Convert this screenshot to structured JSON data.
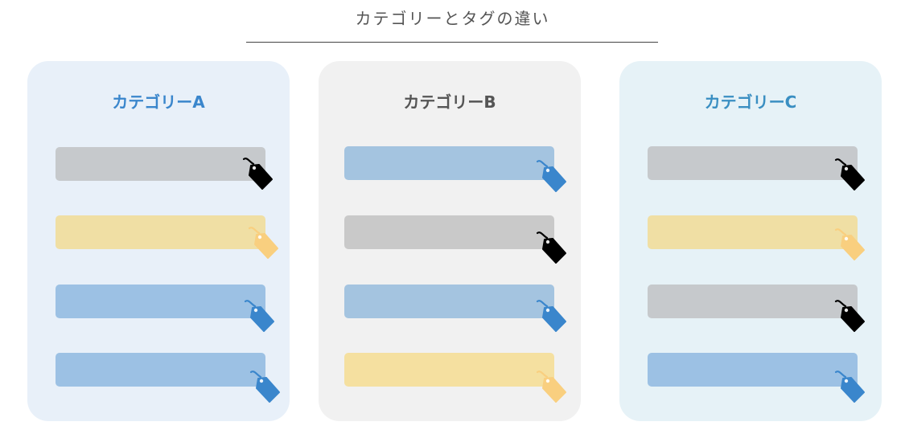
{
  "page": {
    "title": "カテゴリーとタグの違い"
  },
  "colors": {
    "gray_bar": "#c6c9cc",
    "gray_bar_b": "#c9c9c9",
    "yellow_bar": "#f0dfa4",
    "yellow_bar_b": "#f5e0a0",
    "blue_bar": "#9cc1e4",
    "blue_bar_b": "#a4c4e0",
    "black_tag": "#000000",
    "blue_tag": "#3a86cc",
    "yellow_tag": "#f9cf7f"
  },
  "panels": [
    {
      "heading": "カテゴリーA",
      "heading_color": "#3a86cc",
      "background": "#e8f0f9",
      "tags": [
        {
          "bar": "gray",
          "icon": "black-tag-icon"
        },
        {
          "bar": "yellow",
          "icon": "yellow-tag-icon"
        },
        {
          "bar": "blue",
          "icon": "blue-tag-icon"
        },
        {
          "bar": "blue",
          "icon": "blue-tag-icon"
        }
      ]
    },
    {
      "heading": "カテゴリーB",
      "heading_color": "#555555",
      "background": "#f1f1f1",
      "tags": [
        {
          "bar": "blue",
          "icon": "blue-tag-icon"
        },
        {
          "bar": "gray",
          "icon": "black-tag-icon"
        },
        {
          "bar": "blue",
          "icon": "blue-tag-icon"
        },
        {
          "bar": "yellow",
          "icon": "yellow-tag-icon"
        }
      ]
    },
    {
      "heading": "カテゴリーC",
      "heading_color": "#3a8fc2",
      "background": "#e6f2f7",
      "tags": [
        {
          "bar": "gray",
          "icon": "black-tag-icon"
        },
        {
          "bar": "yellow",
          "icon": "yellow-tag-icon"
        },
        {
          "bar": "gray",
          "icon": "black-tag-icon"
        },
        {
          "bar": "blue",
          "icon": "blue-tag-icon"
        }
      ]
    }
  ]
}
